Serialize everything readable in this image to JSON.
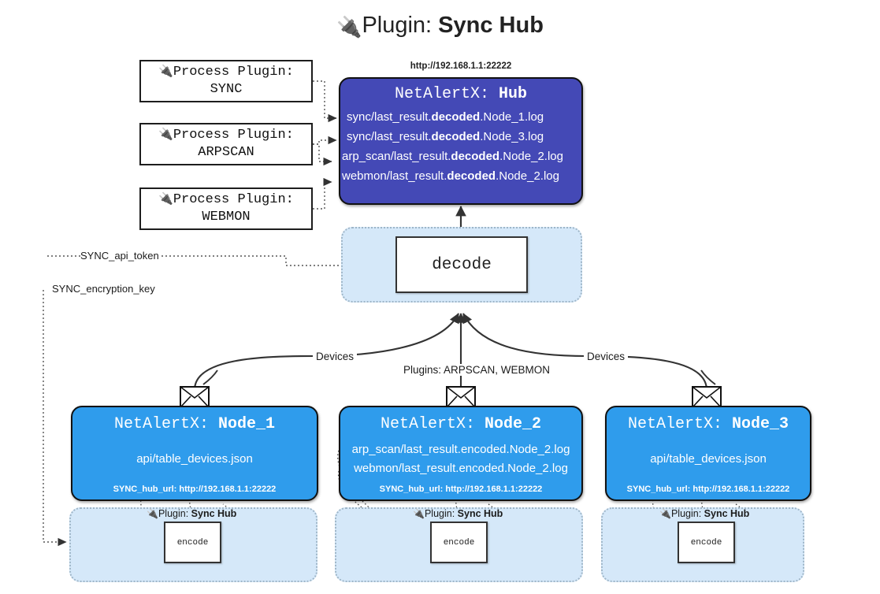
{
  "title": {
    "icon": "plug-icon",
    "prefix": "Plugin: ",
    "name": "Sync Hub"
  },
  "process_plugins": [
    {
      "icon": "plug-icon",
      "line1": "Process Plugin:",
      "line2": "SYNC"
    },
    {
      "icon": "plug-icon",
      "line1": "Process Plugin:",
      "line2": "ARPSCAN"
    },
    {
      "icon": "plug-icon",
      "line1": "Process Plugin:",
      "line2": "WEBMON"
    }
  ],
  "hub": {
    "url": "http://192.168.1.1:22222",
    "title_prefix": "NetAlertX: ",
    "title_name": "Hub",
    "lines": [
      {
        "pre": "sync/last_result.",
        "mid": "decoded",
        "post": ".Node_1.log"
      },
      {
        "pre": "sync/last_result.",
        "mid": "decoded",
        "post": ".Node_3.log"
      },
      {
        "pre": "arp_scan/last_result.",
        "mid": "decoded",
        "post": ".Node_2.log"
      },
      {
        "pre": "webmon/last_result.",
        "mid": "decoded",
        "post": ".Node_2.log"
      }
    ]
  },
  "decode_zone": {
    "box_label": "decode"
  },
  "settings": {
    "api_token": "SYNC_api_token",
    "encryption_key": "SYNC_encryption_key"
  },
  "edge_labels": {
    "devices_left": "Devices",
    "devices_right": "Devices",
    "plugins_center": "Plugins: ARPSCAN, WEBMON"
  },
  "nodes": [
    {
      "title_prefix": "NetAlertX: ",
      "title_name": "Node_1",
      "lines": [
        "api/table_devices.json"
      ],
      "foot": "SYNC_hub_url: http://192.168.1.1:22222"
    },
    {
      "title_prefix": "NetAlertX: ",
      "title_name": "Node_2",
      "lines": [
        "arp_scan/last_result.encoded.Node_2.log",
        "webmon/last_result.encoded.Node_2.log"
      ],
      "foot": "SYNC_hub_url: http://192.168.1.1:22222"
    },
    {
      "title_prefix": "NetAlertX: ",
      "title_name": "Node_3",
      "lines": [
        "api/table_devices.json"
      ],
      "foot": "SYNC_hub_url: http://192.168.1.1:22222"
    }
  ],
  "encode_zones": [
    {
      "icon": "plug-icon",
      "label_prefix": "Plugin: ",
      "label_name": "Sync Hub",
      "box_label": "encode"
    },
    {
      "icon": "plug-icon",
      "label_prefix": "Plugin: ",
      "label_name": "Sync Hub",
      "box_label": "encode"
    },
    {
      "icon": "plug-icon",
      "label_prefix": "Plugin: ",
      "label_name": "Sync Hub",
      "box_label": "encode"
    }
  ],
  "colors": {
    "hub": "#4449b6",
    "node": "#2f9cec",
    "zone": "#d5e8f9",
    "zone_border": "#9fb6c8",
    "stroke": "#333333"
  }
}
